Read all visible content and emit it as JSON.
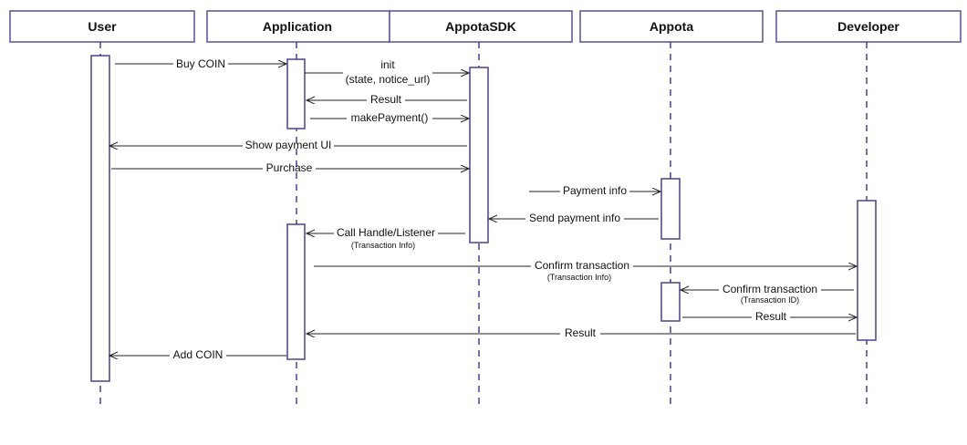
{
  "colors": {
    "frame": "#5a4f9c",
    "lifeline": "#4a4194",
    "arrow": "#222222",
    "text": "#111111",
    "background": "#ffffff"
  },
  "participants": [
    {
      "id": "user",
      "label": "User"
    },
    {
      "id": "app",
      "label": "Application"
    },
    {
      "id": "sdk",
      "label": "AppotaSDK"
    },
    {
      "id": "appota",
      "label": "Appota"
    },
    {
      "id": "dev",
      "label": "Developer"
    }
  ],
  "messages": [
    {
      "id": "buy-coin",
      "label": "Buy COIN"
    },
    {
      "id": "init",
      "label": "init",
      "sublabel": "(state, notice_url)"
    },
    {
      "id": "result-1",
      "label": "Result"
    },
    {
      "id": "make-payment",
      "label": "makePayment()"
    },
    {
      "id": "show-payment-ui",
      "label": "Show payment UI"
    },
    {
      "id": "purchase",
      "label": "Purchase"
    },
    {
      "id": "payment-info",
      "label": "Payment info"
    },
    {
      "id": "send-payment-info",
      "label": "Send payment info"
    },
    {
      "id": "call-handle",
      "label": "Call Handle/Listener",
      "sublabel": "(Transaction Info)"
    },
    {
      "id": "confirm-transaction-1",
      "label": "Confirm transaction",
      "sublabel": "(Transaction Info)"
    },
    {
      "id": "confirm-transaction-2",
      "label": "Confirm transaction",
      "sublabel": "(Transaction ID)"
    },
    {
      "id": "result-2",
      "label": "Result"
    },
    {
      "id": "result-3",
      "label": "Result"
    },
    {
      "id": "add-coin",
      "label": "Add COIN"
    }
  ]
}
